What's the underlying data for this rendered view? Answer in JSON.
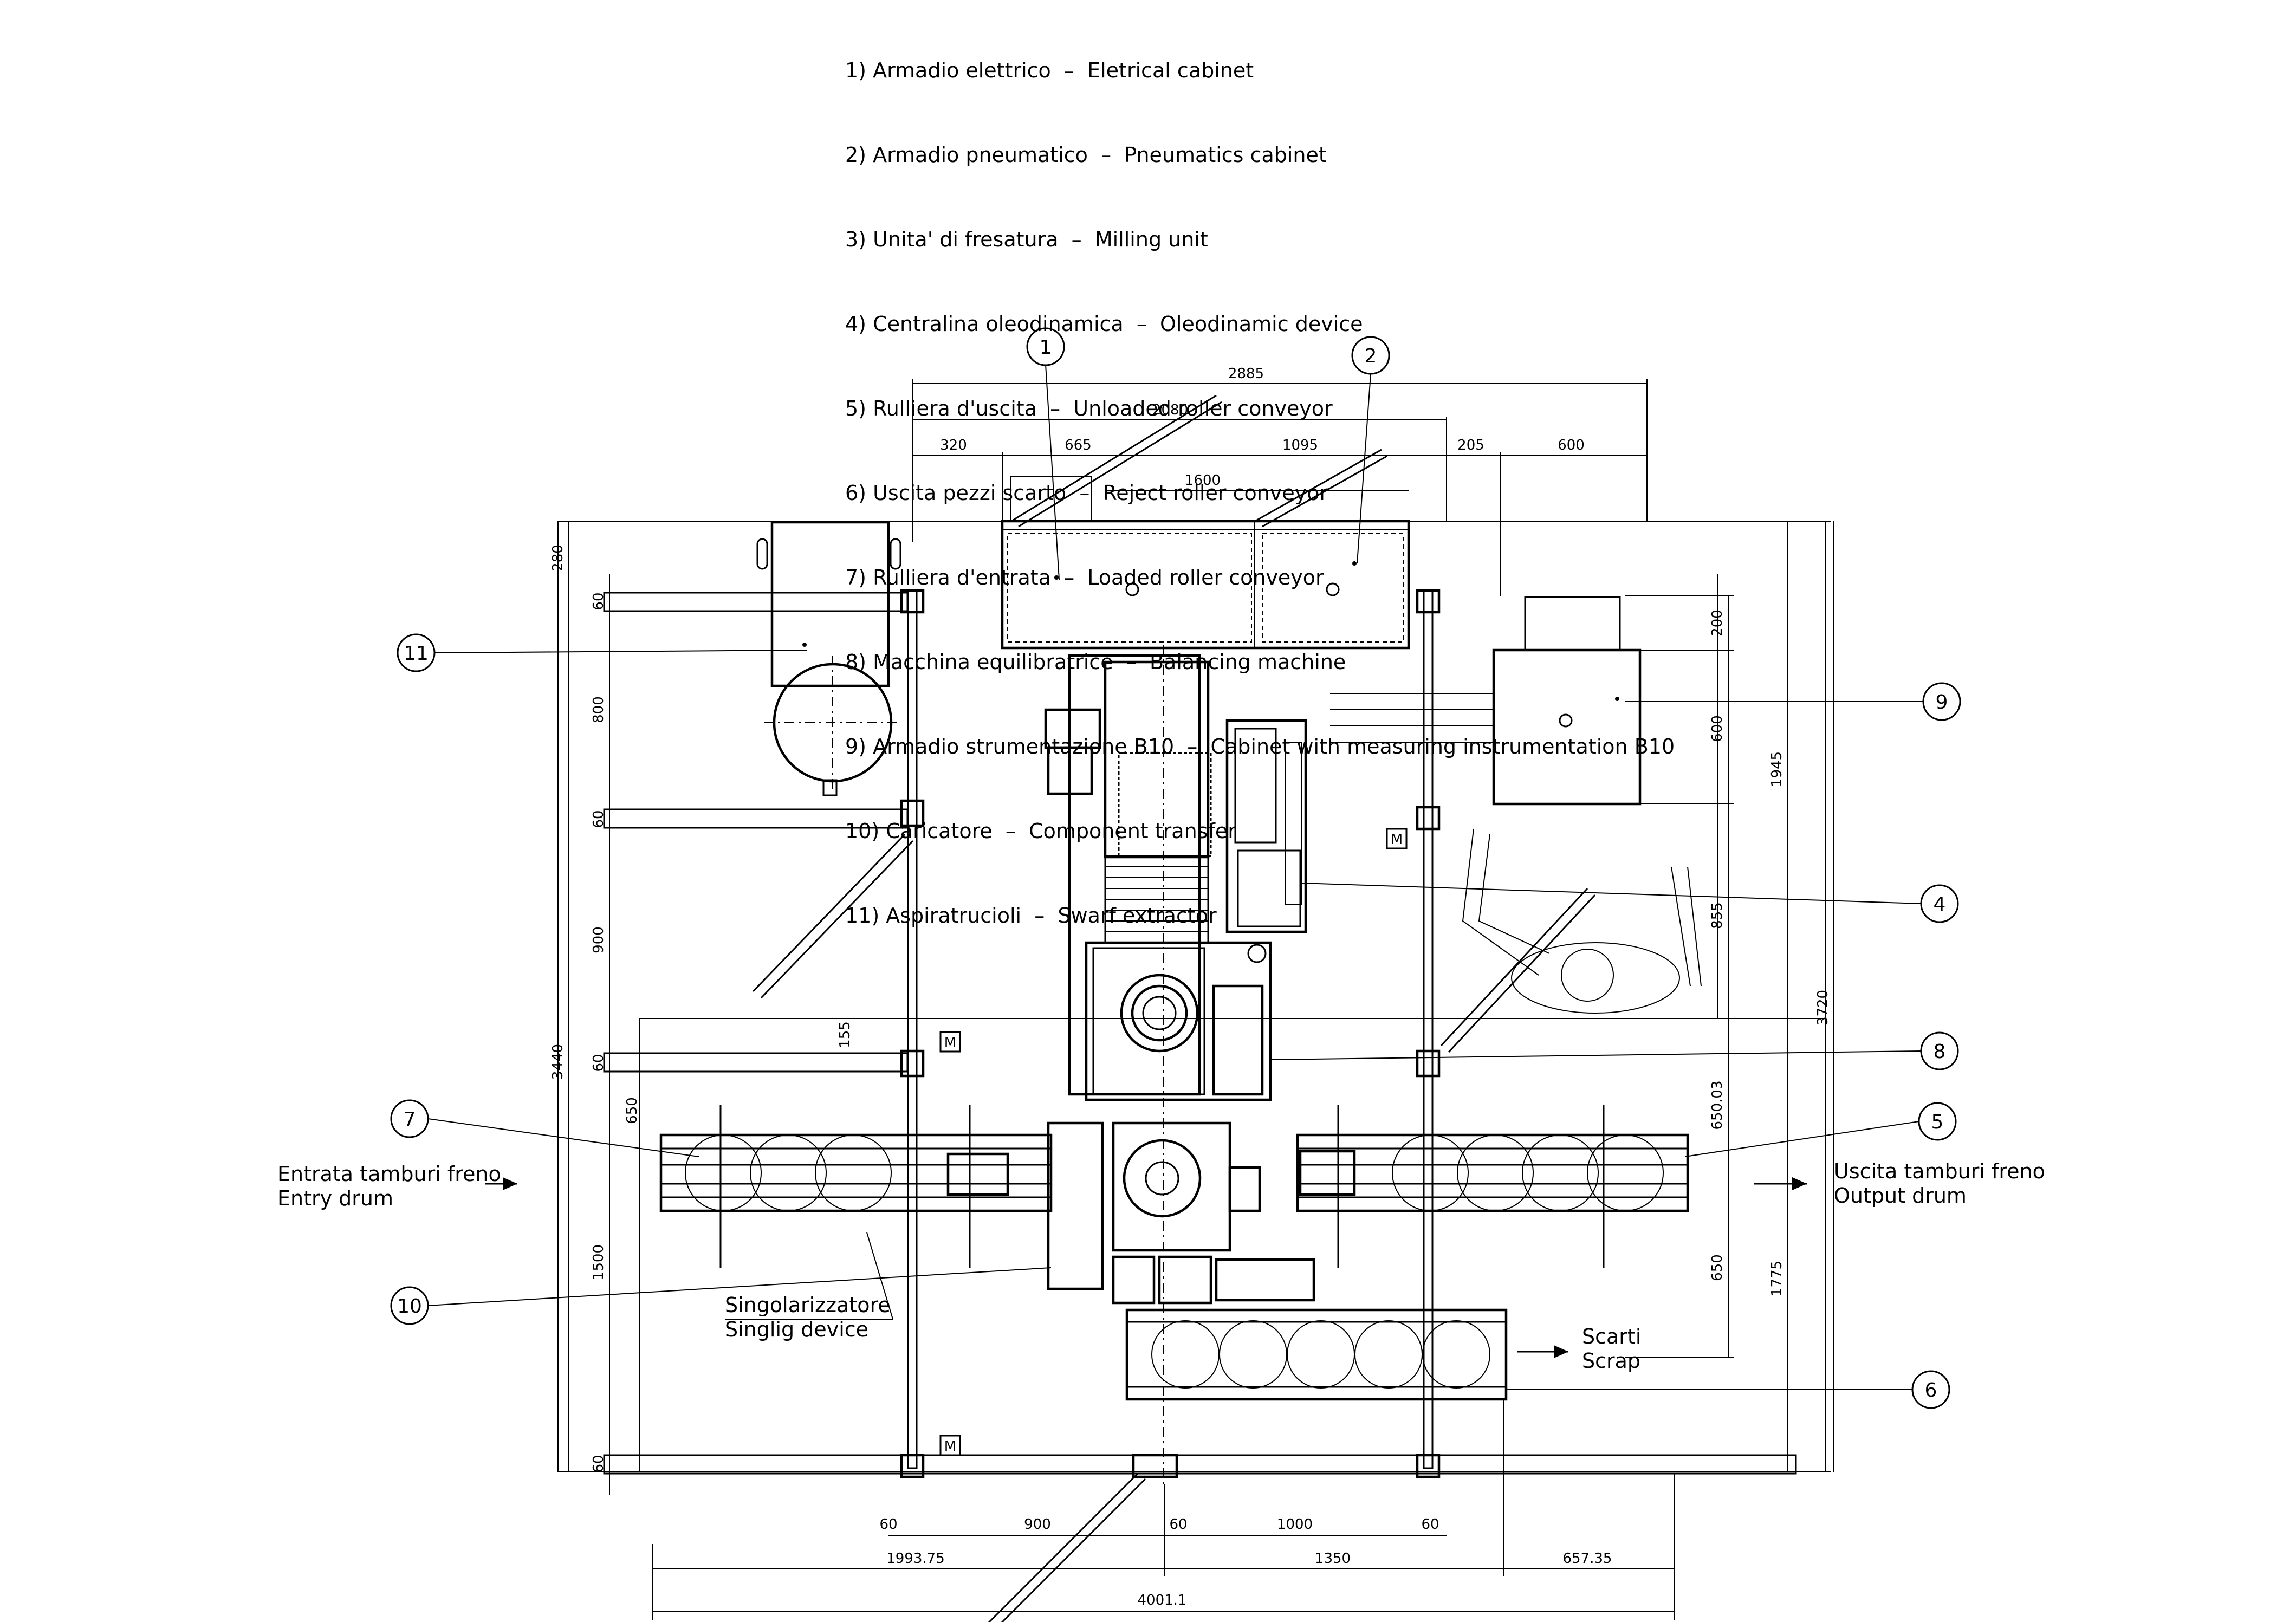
{
  "legend": [
    "1) Armadio elettrico  –  Eletrical cabinet",
    "2) Armadio pneumatico  –  Pneumatics cabinet",
    "3) Unita' di fresatura  –  Milling unit",
    "4) Centralina oleodinamica  –  Oleodinamic device",
    "5) Rulliera d'uscita  –  Unloaded roller conveyor",
    "6) Uscita pezzi scarto  –  Reject roller conveyor",
    "7) Rulliera d'entrata  –  Loaded roller conveyor",
    "8) Macchina equilibratrice  –  Balancing machine",
    "9) Armadio strumentazione B10  –  Cabinet with measuring instrumentation B10",
    "10) Caricatore  –  Component transfer",
    "11) Aspiratrucioli  –  Swarf extractor"
  ],
  "balloons": [
    "1",
    "2",
    "4",
    "5",
    "6",
    "7",
    "8",
    "9",
    "10",
    "11"
  ],
  "labels": {
    "entry_it": "Entrata tamburi freno",
    "entry_en": "Entry drum",
    "output_it": "Uscita tamburi freno",
    "output_en": "Output drum",
    "singol_it": "Singolarizzatore",
    "singol_en": "Singlig device",
    "scrap_it": "Scarti",
    "scrap_en": "Scrap",
    "motor": "M"
  },
  "dimensions": {
    "top": [
      "2885",
      "2080",
      "320",
      "665",
      "1095",
      "205",
      "600",
      "1600"
    ],
    "left": [
      "280",
      "60",
      "800",
      "60",
      "900",
      "155",
      "60",
      "650",
      "1500",
      "60",
      "3440"
    ],
    "right": [
      "200",
      "600",
      "855",
      "650.03",
      "650",
      "1945",
      "3720",
      "1775"
    ],
    "bottom": [
      "60",
      "900",
      "60",
      "1000",
      "60",
      "1993.75",
      "1350",
      "657.35",
      "4001.1"
    ]
  }
}
